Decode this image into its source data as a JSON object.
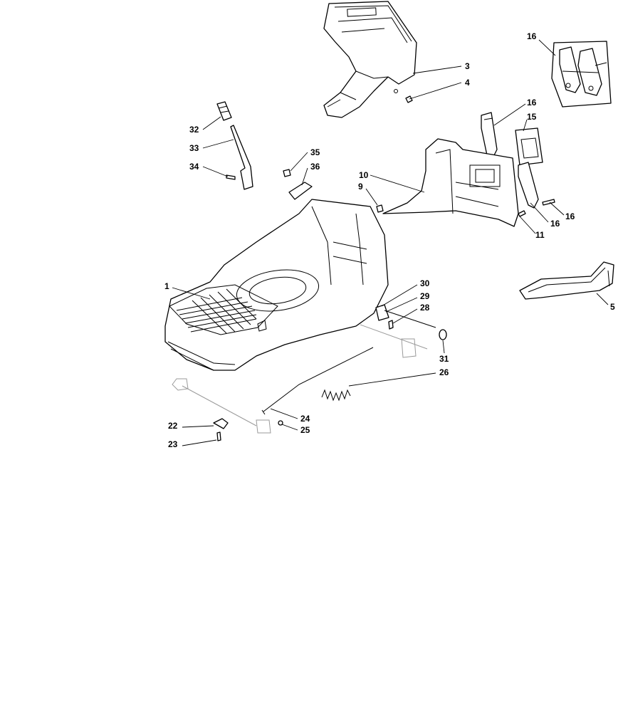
{
  "callouts": [
    {
      "id": "c-16a",
      "label": "16"
    },
    {
      "id": "c-3",
      "label": "3"
    },
    {
      "id": "c-4",
      "label": "4"
    },
    {
      "id": "c-16b",
      "label": "16"
    },
    {
      "id": "c-15",
      "label": "15"
    },
    {
      "id": "c-32",
      "label": "32"
    },
    {
      "id": "c-33",
      "label": "33"
    },
    {
      "id": "c-34",
      "label": "34"
    },
    {
      "id": "c-35",
      "label": "35"
    },
    {
      "id": "c-36",
      "label": "36"
    },
    {
      "id": "c-10",
      "label": "10"
    },
    {
      "id": "c-9",
      "label": "9"
    },
    {
      "id": "c-16c",
      "label": "16"
    },
    {
      "id": "c-16d",
      "label": "16"
    },
    {
      "id": "c-11",
      "label": "11"
    },
    {
      "id": "c-1",
      "label": "1"
    },
    {
      "id": "c-5",
      "label": "5"
    },
    {
      "id": "c-30",
      "label": "30"
    },
    {
      "id": "c-29",
      "label": "29"
    },
    {
      "id": "c-28",
      "label": "28"
    },
    {
      "id": "c-31",
      "label": "31"
    },
    {
      "id": "c-26",
      "label": "26"
    },
    {
      "id": "c-24",
      "label": "24"
    },
    {
      "id": "c-25",
      "label": "25"
    },
    {
      "id": "c-22",
      "label": "22"
    },
    {
      "id": "c-23",
      "label": "23"
    }
  ]
}
